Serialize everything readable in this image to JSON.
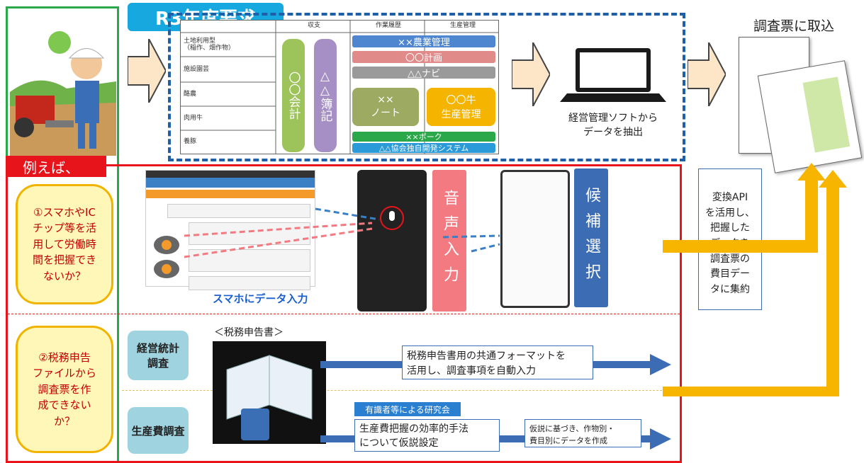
{
  "header": {
    "title": "R3年度要求",
    "import_label": "調査票に取込"
  },
  "grid": {
    "col_headers": [
      "収支",
      "作業履歴",
      "生産管理"
    ],
    "row_labels": [
      "土地利用型\n（稲作、畑作物）",
      "施設園芸",
      "酪農",
      "肉用牛",
      "養豚"
    ],
    "items": {
      "accounting": "〇〇会計",
      "bookkeeping": "△△簿記",
      "farm_mgmt": "××農業管理",
      "plan": "〇〇計画",
      "navi": "△△ナビ",
      "note": "××\nノート",
      "cattle": "〇〇牛\n生産管理",
      "pork": "××ポーク",
      "assoc": "△△協会独自開発システム"
    }
  },
  "software_caption": "経営管理ソフトから\nデータを抽出",
  "example_label": "例えば、",
  "question1": "①スマホやIC\nチップ等を活\n用して労働時\n間を把握でき\nないか？",
  "question2": "②税務申告\nファイルから\n調査票を作\n成できない\nか？",
  "voice_input": "音声入力",
  "candidate_select": "候補選択",
  "smartphone_caption": "スマホにデータ入力",
  "api_note": "変換API\nを活用し、\n把握した\nデータを\n調査票の\n費目デー\nタに集約",
  "tax_doc_label": "＜税務申告書＞",
  "survey1": "経営統計\n調査",
  "survey2": "生産費調査",
  "tax_note": "税務申告書用の共通フォーマットを\n活用し、調査事項を自動入力",
  "research_label": "有識者等による研究会",
  "hypothesis": "生産費把握の効率的手法\nについて仮説設定",
  "data_creation": "仮説に基づき、作物別・\n費目別にデータを作成",
  "colors": {
    "red": "#e8141c",
    "green": "#2aa84a",
    "blue": "#1f5fa8",
    "yellow": "#f7b500",
    "cyan": "#18a8e0"
  }
}
